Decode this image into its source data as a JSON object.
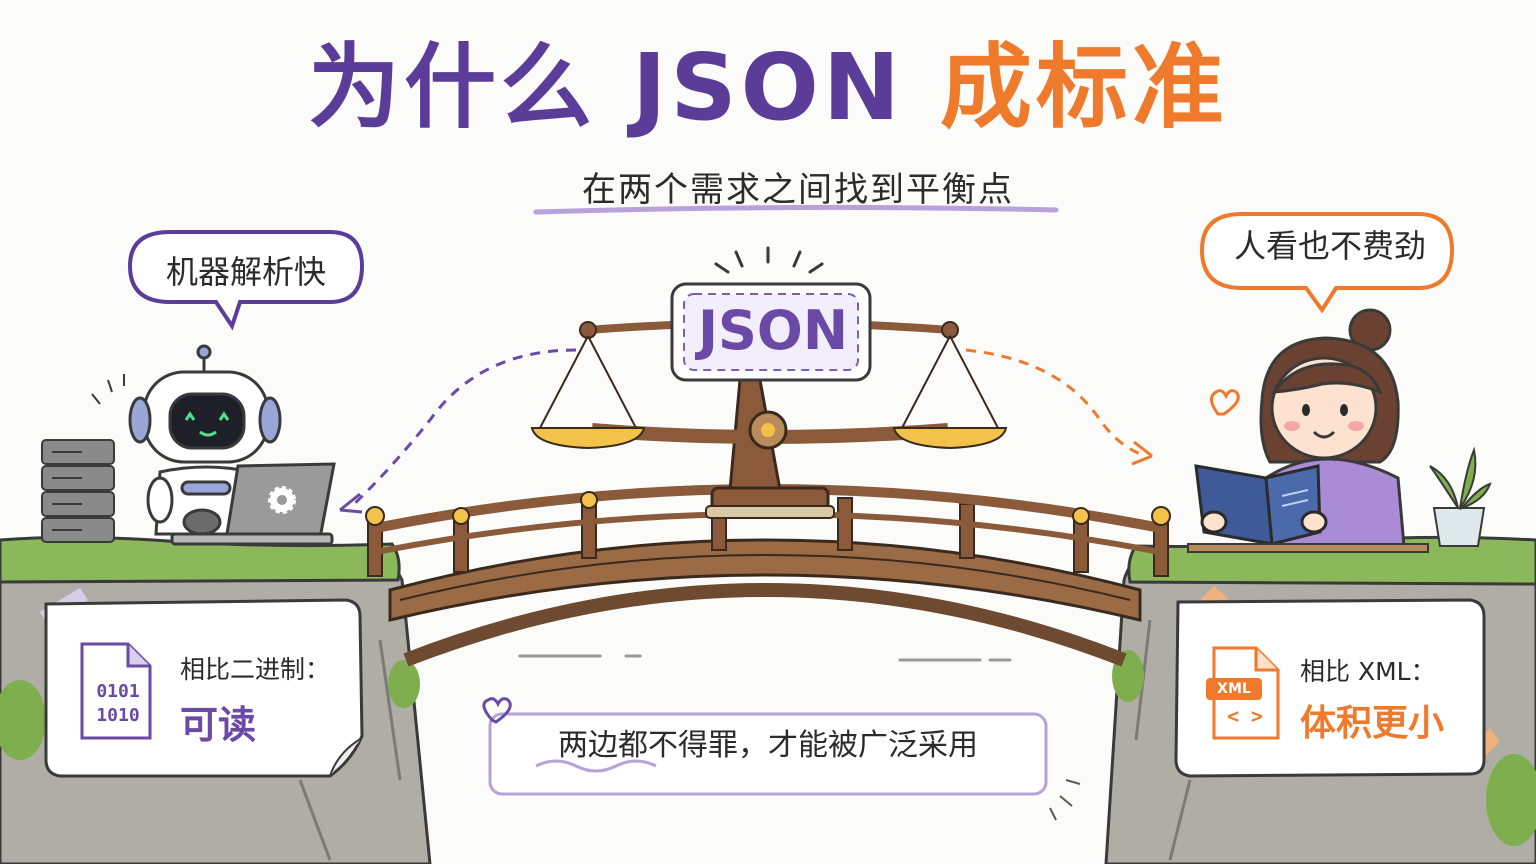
{
  "title": {
    "part1": "为什么 JSON ",
    "part2": "成标准"
  },
  "subtitle": "在两个需求之间找到平衡点",
  "robot_bubble": "机器解析快",
  "girl_bubble": "人看也不费劲",
  "scale_label": "JSON",
  "left_card": {
    "title": "相比二进制：",
    "value": "可读",
    "binary_line1": "0101",
    "binary_line2": "1010"
  },
  "right_card": {
    "title": "相比 XML：",
    "value": "体积更小",
    "icon_badge": "XML",
    "icon_brackets": "< >"
  },
  "bottom_note": "两边都不得罪，才能被广泛采用",
  "colors": {
    "purple": "#5b3c99",
    "orange": "#ef7a2c",
    "wood": "#8a5a3a",
    "gold": "#f2c24a",
    "grass": "#8bb85a",
    "rock": "#a9a69f"
  },
  "icons": [
    "robot-icon",
    "server-rack-icon",
    "laptop-icon",
    "gear-icon",
    "girl-icon",
    "book-icon",
    "heart-icon",
    "plant-icon",
    "scale-icon",
    "bridge-icon",
    "binary-file-icon",
    "xml-file-icon"
  ]
}
